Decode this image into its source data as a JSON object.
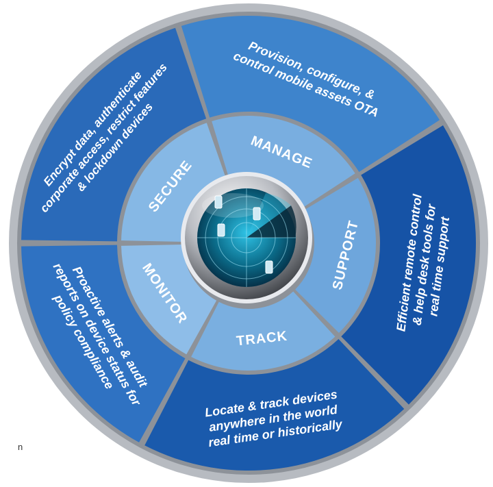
{
  "colors": {
    "outer_dark": "#1f5fae",
    "outer_light": "#4d8fd2",
    "inner": "#7fb2e2",
    "inner_light": "#a5cbef",
    "rim": "#8a8f97",
    "radar": "#0b6c8a"
  },
  "segments": [
    {
      "id": "secure",
      "inner_label": "SECURE",
      "outer_lines": [
        "Encrypt data, authenticate",
        "corporate access, restrict features",
        "& lockdown devices"
      ]
    },
    {
      "id": "manage",
      "inner_label": "MANAGE",
      "outer_lines": [
        "Provision, configure, &",
        "control mobile assets OTA"
      ]
    },
    {
      "id": "support",
      "inner_label": "SUPPORT",
      "outer_lines": [
        "Efficient remote control",
        "& help desk tools for",
        "real time support"
      ]
    },
    {
      "id": "track",
      "inner_label": "TRACK",
      "outer_lines": [
        "Locate & track devices",
        "anywhere in the world",
        "real time or historically"
      ]
    },
    {
      "id": "monitor",
      "inner_label": "MONITOR",
      "outer_lines": [
        "Proactive alerts & audit",
        "reports on device status for",
        "policy compliance"
      ]
    }
  ],
  "radar_icon": "radar-icon",
  "device_icon": "mobile-device-icon",
  "stray_text": "n"
}
